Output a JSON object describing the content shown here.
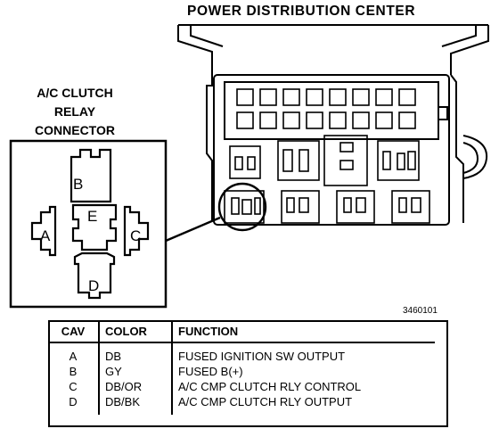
{
  "title": "POWER DISTRIBUTION CENTER",
  "connector_label": [
    "A/C CLUTCH",
    "RELAY",
    "CONNECTOR"
  ],
  "cavity_letters": [
    "A",
    "B",
    "C",
    "D",
    "E"
  ],
  "figure_id": "3460101",
  "table": {
    "headers": [
      "CAV",
      "COLOR",
      "FUNCTION"
    ],
    "rows": [
      {
        "cav": "A",
        "color": "DB",
        "function": "FUSED IGNITION SW OUTPUT"
      },
      {
        "cav": "B",
        "color": "GY",
        "function": "FUSED B(+)"
      },
      {
        "cav": "C",
        "color": "DB/OR",
        "function": "A/C CMP CLUTCH RLY CONTROL"
      },
      {
        "cav": "D",
        "color": "DB/BK",
        "function": "A/C CMP CLUTCH RLY OUTPUT"
      }
    ]
  }
}
